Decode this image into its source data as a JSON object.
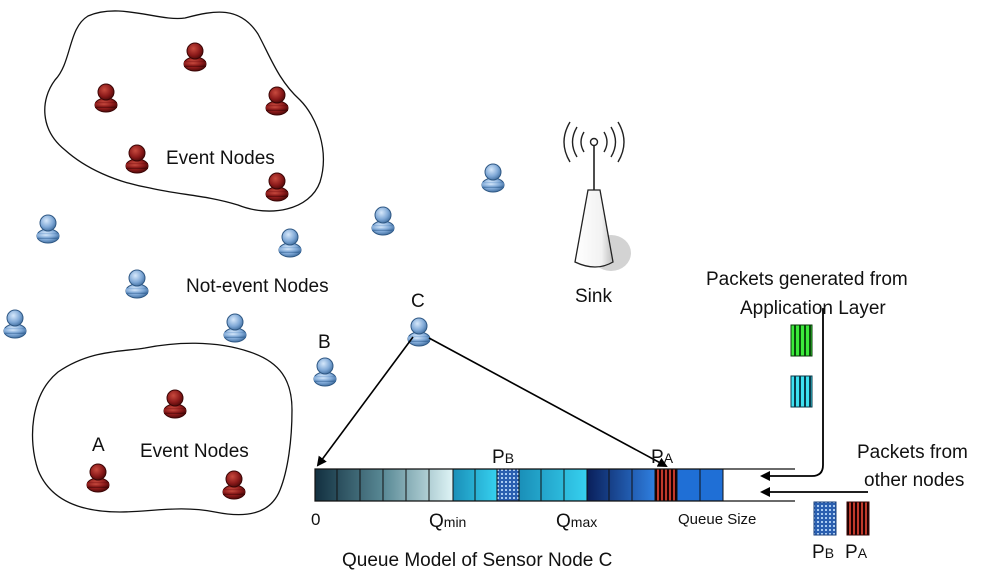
{
  "labels": {
    "event_nodes_top": "Event Nodes",
    "event_nodes_bottom": "Event Nodes",
    "not_event_nodes": "Not-event Nodes",
    "sink": "Sink",
    "node_a": "A",
    "node_b": "B",
    "node_c": "C",
    "app_packets": "Packets generated from",
    "app_packets_line2": "Application Layer",
    "other_packets": "Packets from",
    "other_packets_line2": "other nodes",
    "queue_zero": "0",
    "q_min_main": "Q",
    "q_min_sub": "min",
    "q_max_main": "Q",
    "q_max_sub": "max",
    "queue_size": "Queue Size",
    "pb_main": "P",
    "pb_sub": "B",
    "pa_main": "P",
    "pa_sub": "A",
    "pb_legend_main": "P",
    "pb_legend_sub": "B",
    "pa_legend_main": "P",
    "pa_legend_sub": "A",
    "caption": "Queue Model of Sensor Node C"
  },
  "colors": {
    "event_node": "#8b1a1a",
    "plain_node": "#7fa8d6",
    "app_packet_green": "#33dd33",
    "app_packet_cyan": "#33dddd",
    "pa_packet": "#8b1a1a",
    "pb_packet": "#4a8fd9"
  }
}
